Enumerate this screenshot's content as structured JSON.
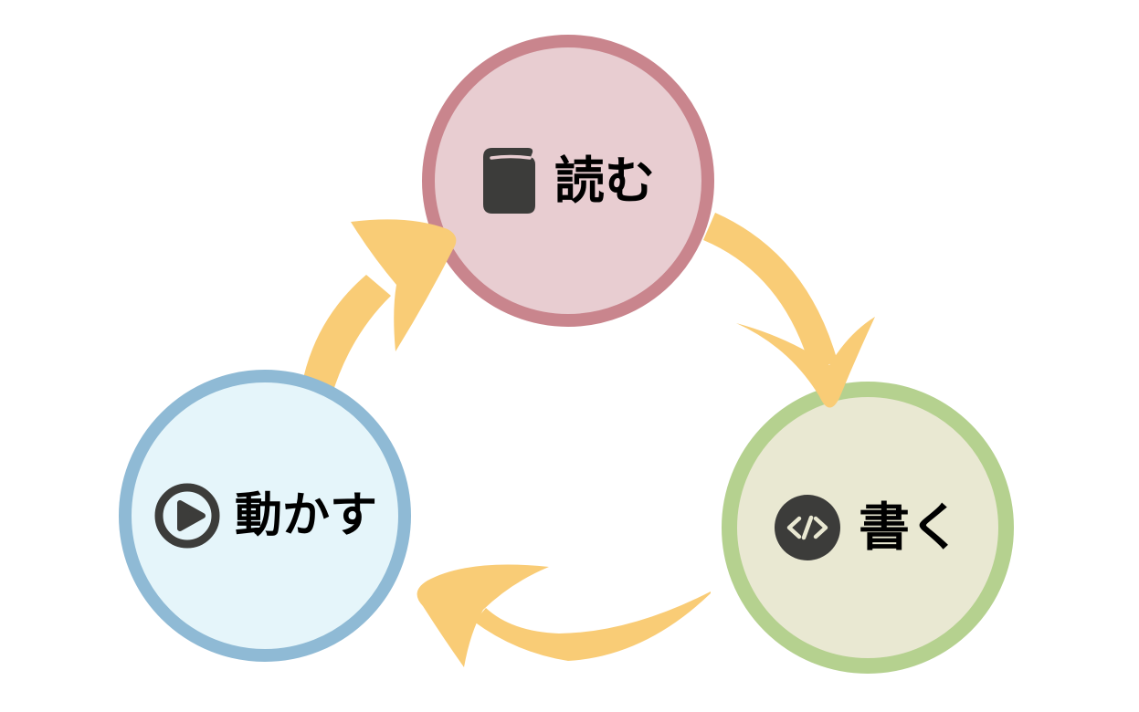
{
  "diagram": {
    "background_color": "#ffffff",
    "arrow_color": "#F9CC76",
    "icon_color": "#3C3C3A",
    "label_color": "#000000",
    "nodes": [
      {
        "id": "read",
        "label": "読む",
        "icon": "book-icon",
        "fill_color": "#E8CDD1",
        "border_color": "#C9858D"
      },
      {
        "id": "write",
        "label": "書く",
        "icon": "code-icon",
        "fill_color": "#E9E8D2",
        "border_color": "#B5D18F",
        "icon_glyph_color": "#E9E8D2"
      },
      {
        "id": "run",
        "label": "動かす",
        "icon": "play-icon",
        "fill_color": "#E5F5FA",
        "border_color": "#8FBAD5"
      }
    ],
    "flow": [
      {
        "from": "読む",
        "to": "書く"
      },
      {
        "from": "書く",
        "to": "動かす"
      },
      {
        "from": "動かす",
        "to": "読む"
      }
    ]
  }
}
